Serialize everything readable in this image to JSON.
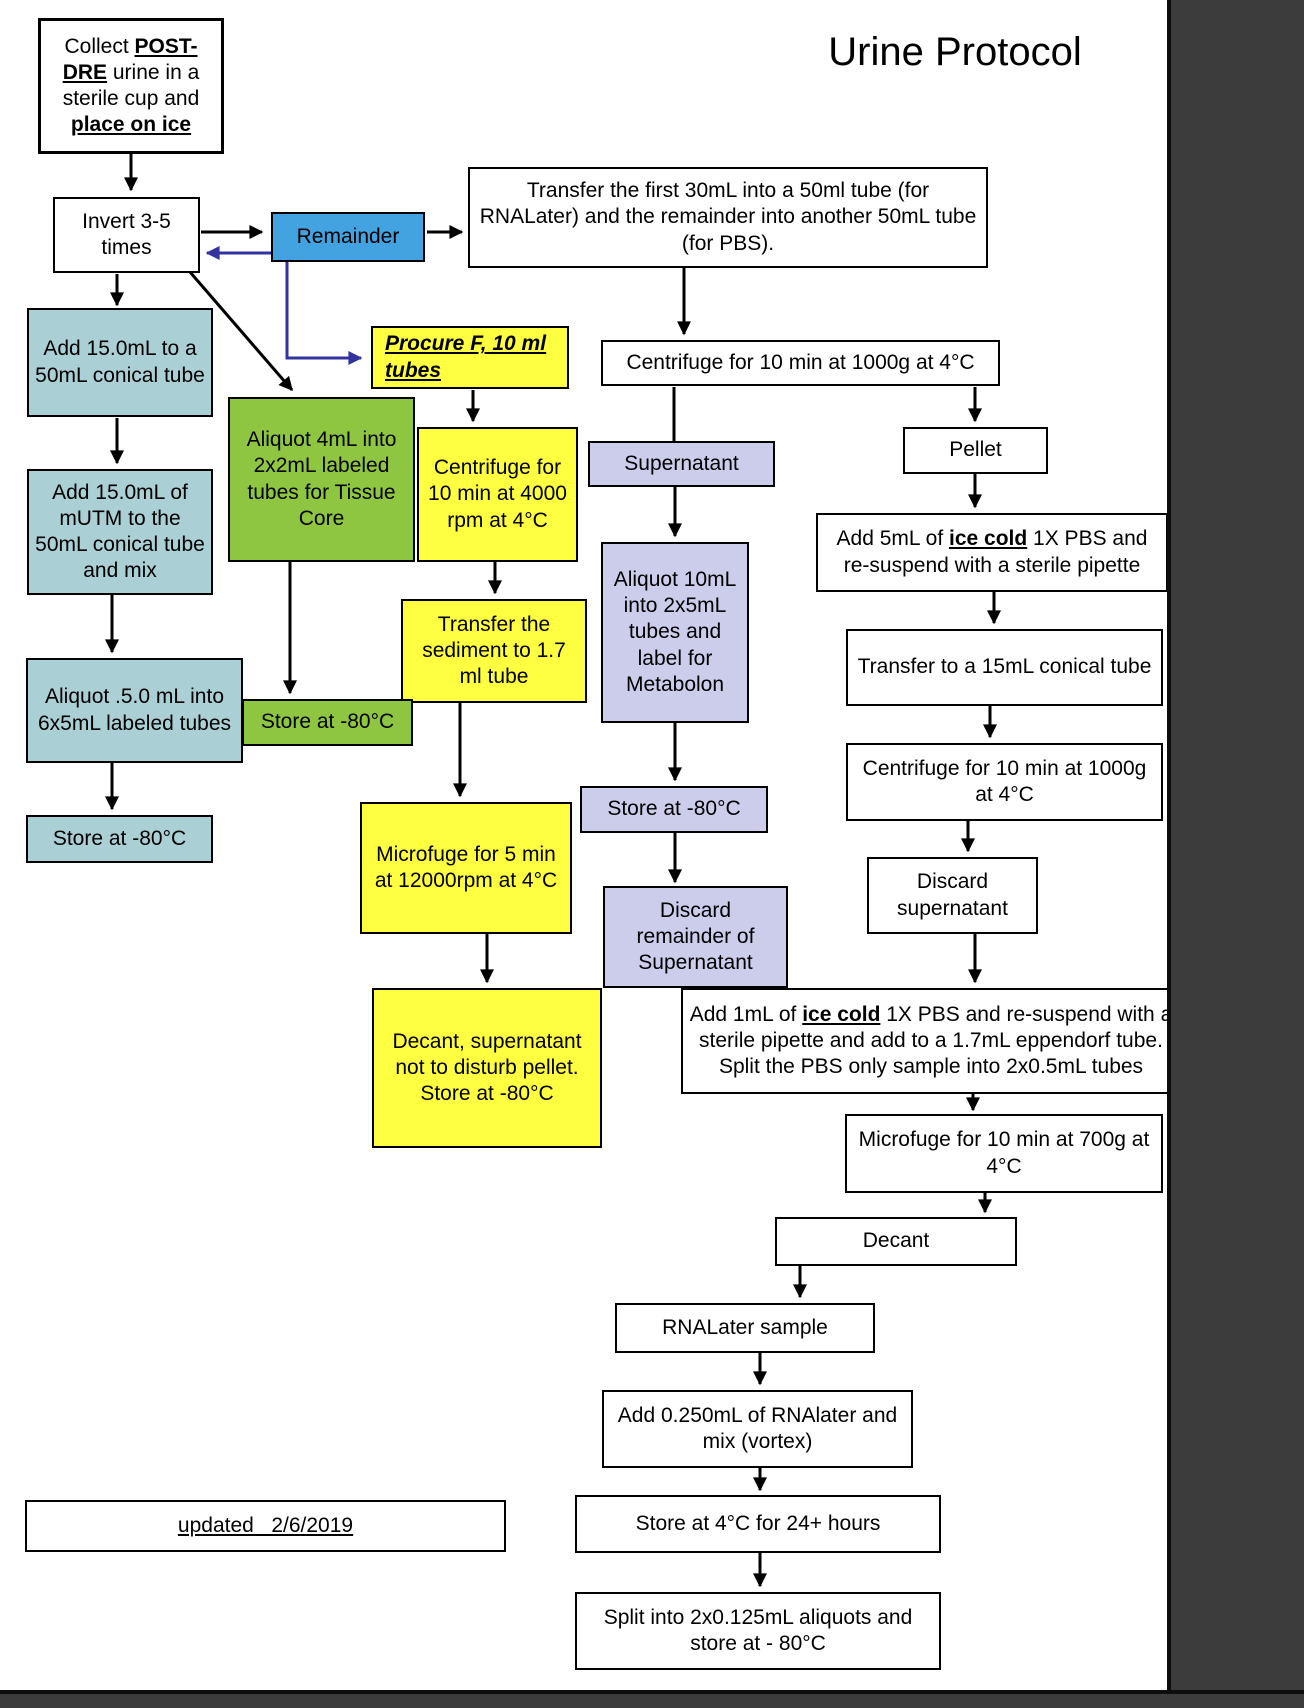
{
  "title": "Urine Protocol",
  "colors": {
    "blue": "#42A3E0",
    "teal": "#AACFD5",
    "green": "#8EC641",
    "yellow": "#FFFF42",
    "purple": "#CCCCEB",
    "navy": "#3333A0",
    "arrow": "#000000",
    "background_band": "#3c3c3c"
  },
  "nodes": {
    "collect": "Collect **POST-DRE** urine in a sterile cup and **place on ice**",
    "invert": "Invert 3-5 times",
    "remainder": "Remainder",
    "transfer_first": "Transfer the first 30mL into a 50ml tube (for RNALater) and the remainder into another 50mL tube (for PBS).",
    "add_15ml_conical": "Add 15.0mL to a 50mL conical tube",
    "procure": "**Procure F, 10 ml tubes**",
    "centrifuge_1000g_1": "Centrifuge for 10 min at 1000g at 4°C",
    "aliquot_4ml": "Aliquot 4mL into 2x2mL labeled tubes for Tissue Core",
    "centrifuge_4000rpm": "Centrifuge for 10 min at 4000 rpm at 4°C",
    "supernatant": "Supernatant",
    "pellet": "Pellet",
    "add_mutm": "Add 15.0mL of mUTM to the 50mL conical tube and mix",
    "add_5ml_pbs": "Add 5mL of **ice cold** 1X PBS and re-suspend with a sterile pipette",
    "aliquot_10ml": "Aliquot 10mL into 2x5mL tubes and label for Metabolon",
    "transfer_sediment": "Transfer the sediment to 1.7 ml tube",
    "transfer_15ml": "Transfer to a 15mL conical tube",
    "aliquot_5ml": "Aliquot .5.0 mL into 6x5mL labeled tubes",
    "store_80_green": "Store at -80°C",
    "centrifuge_1000g_2": "Centrifuge for 10 min at 1000g at 4°C",
    "store_80_purple": "Store at -80°C",
    "store_80_teal": "Store at -80°C",
    "microfuge_5min": "Microfuge for 5 min at 12000rpm at 4°C",
    "discard_supernatant": "Discard supernatant",
    "discard_remainder": "Discard remainder of Supernatant",
    "decant_store": "Decant, supernatant  not to disturb pellet. Store at -80°C",
    "add_1ml_pbs": "Add 1mL of **ice cold** 1X PBS and re-suspend with a sterile pipette  and add to a 1.7mL eppendorf tube. Split the PBS only sample into 2x0.5mL tubes",
    "microfuge_700g": "Microfuge for 10 min at 700g at 4°C",
    "decant": "Decant",
    "rnalater_sample": "RNALater sample",
    "add_rnalater": "Add 0.250mL of RNAlater and mix (vortex)",
    "store_4c": "Store at 4°C for 24+ hours",
    "split_aliquots": "Split into 2x0.125mL aliquots and store at - 80°C",
    "updated": "updated   2/6/2019"
  }
}
